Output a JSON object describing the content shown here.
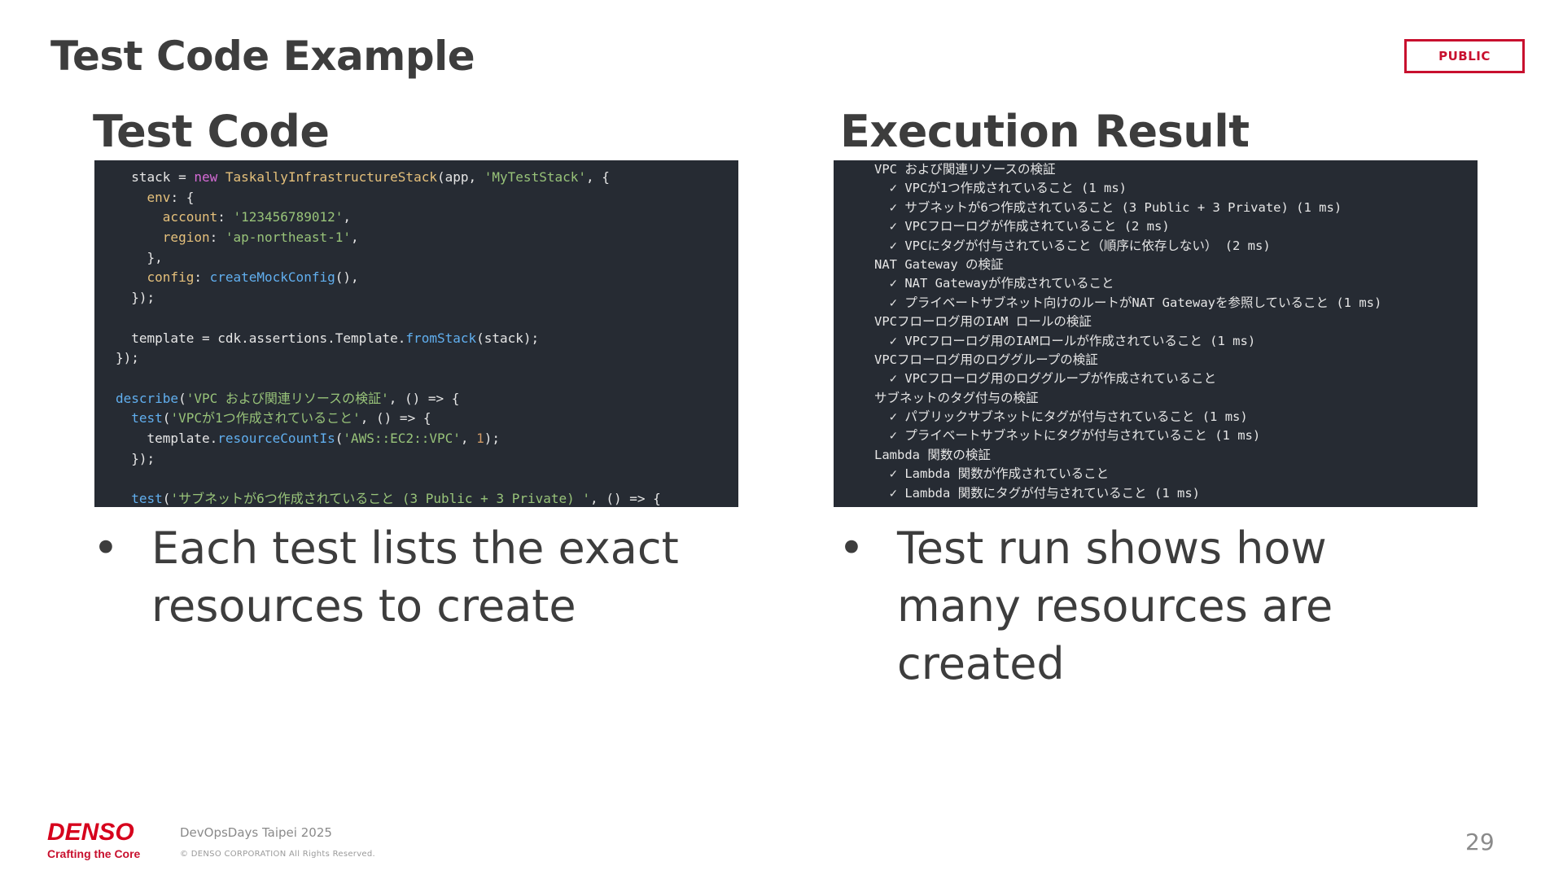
{
  "slide": {
    "title": "Test Code Example",
    "badge": "PUBLIC",
    "page_number": "29"
  },
  "left": {
    "heading": "Test Code",
    "bullet": "Each test lists the exact resources to create",
    "code_lines": [
      [
        {
          "t": "  stack = ",
          "c": ""
        },
        {
          "t": "new",
          "c": "kw"
        },
        {
          "t": " ",
          "c": ""
        },
        {
          "t": "TaskallyInfrastructureStack",
          "c": "cls"
        },
        {
          "t": "(app, ",
          "c": ""
        },
        {
          "t": "'MyTestStack'",
          "c": "str"
        },
        {
          "t": ", {",
          "c": ""
        }
      ],
      [
        {
          "t": "    ",
          "c": ""
        },
        {
          "t": "env",
          "c": "prop"
        },
        {
          "t": ": {",
          "c": ""
        }
      ],
      [
        {
          "t": "      ",
          "c": ""
        },
        {
          "t": "account",
          "c": "prop"
        },
        {
          "t": ": ",
          "c": ""
        },
        {
          "t": "'123456789012'",
          "c": "str"
        },
        {
          "t": ",",
          "c": ""
        }
      ],
      [
        {
          "t": "      ",
          "c": ""
        },
        {
          "t": "region",
          "c": "prop"
        },
        {
          "t": ": ",
          "c": ""
        },
        {
          "t": "'ap-northeast-1'",
          "c": "str"
        },
        {
          "t": ",",
          "c": ""
        }
      ],
      [
        {
          "t": "    },",
          "c": ""
        }
      ],
      [
        {
          "t": "    ",
          "c": ""
        },
        {
          "t": "config",
          "c": "prop"
        },
        {
          "t": ": ",
          "c": ""
        },
        {
          "t": "createMockConfig",
          "c": "fn"
        },
        {
          "t": "(),",
          "c": ""
        }
      ],
      [
        {
          "t": "  });",
          "c": ""
        }
      ],
      [
        {
          "t": "",
          "c": ""
        }
      ],
      [
        {
          "t": "  template = cdk.assertions.Template.",
          "c": ""
        },
        {
          "t": "fromStack",
          "c": "fn"
        },
        {
          "t": "(stack);",
          "c": ""
        }
      ],
      [
        {
          "t": "});",
          "c": ""
        }
      ],
      [
        {
          "t": "",
          "c": ""
        }
      ],
      [
        {
          "t": "describe",
          "c": "fn"
        },
        {
          "t": "(",
          "c": ""
        },
        {
          "t": "'VPC および関連リソースの検証'",
          "c": "str"
        },
        {
          "t": ", () => {",
          "c": ""
        }
      ],
      [
        {
          "t": "  ",
          "c": ""
        },
        {
          "t": "test",
          "c": "fn"
        },
        {
          "t": "(",
          "c": ""
        },
        {
          "t": "'VPCが1つ作成されていること'",
          "c": "str"
        },
        {
          "t": ", () => {",
          "c": ""
        }
      ],
      [
        {
          "t": "    template.",
          "c": ""
        },
        {
          "t": "resourceCountIs",
          "c": "fn"
        },
        {
          "t": "(",
          "c": ""
        },
        {
          "t": "'AWS::EC2::VPC'",
          "c": "str"
        },
        {
          "t": ", ",
          "c": ""
        },
        {
          "t": "1",
          "c": "num"
        },
        {
          "t": ");",
          "c": ""
        }
      ],
      [
        {
          "t": "  });",
          "c": ""
        }
      ],
      [
        {
          "t": "",
          "c": ""
        }
      ],
      [
        {
          "t": "  ",
          "c": ""
        },
        {
          "t": "test",
          "c": "fn"
        },
        {
          "t": "(",
          "c": ""
        },
        {
          "t": "'サブネットが6つ作成されていること (3 Public + 3 Private) '",
          "c": "str"
        },
        {
          "t": ", () => {",
          "c": ""
        }
      ]
    ]
  },
  "right": {
    "heading": "Execution Result",
    "bullet": "Test run shows how many resources are created",
    "result_lines": [
      "VPC および関連リソースの検証",
      "  ✓ VPCが1つ作成されていること (1 ms)",
      "  ✓ サブネットが6つ作成されていること (3 Public + 3 Private) (1 ms)",
      "  ✓ VPCフローログが作成されていること (2 ms)",
      "  ✓ VPCにタグが付与されていること（順序に依存しない） (2 ms)",
      "NAT Gateway の検証",
      "  ✓ NAT Gatewayが作成されていること",
      "  ✓ プライベートサブネット向けのルートがNAT Gatewayを参照していること (1 ms)",
      "VPCフローログ用のIAM ロールの検証",
      "  ✓ VPCフローログ用のIAMロールが作成されていること (1 ms)",
      "VPCフローログ用のロググループの検証",
      "  ✓ VPCフローログ用のロググループが作成されていること",
      "サブネットのタグ付与の検証",
      "  ✓ パブリックサブネットにタグが付与されていること (1 ms)",
      "  ✓ プライベートサブネットにタグが付与されていること (1 ms)",
      "Lambda 関数の検証",
      "  ✓ Lambda 関数が作成されていること",
      "  ✓ Lambda 関数にタグが付与されていること (1 ms)"
    ]
  },
  "footer": {
    "logo_text": "DENSO",
    "logo_tagline": "Crafting the Core",
    "event": "DevOpsDays Taipei 2025",
    "copyright": "© DENSO CORPORATION All Rights Reserved."
  },
  "colors": {
    "brand_red": "#d6001c",
    "code_bg": "#262b33",
    "string_green": "#98c379",
    "function_blue": "#61afef",
    "keyword_purple": "#d66bd6",
    "class_yellow": "#e5c07b"
  }
}
